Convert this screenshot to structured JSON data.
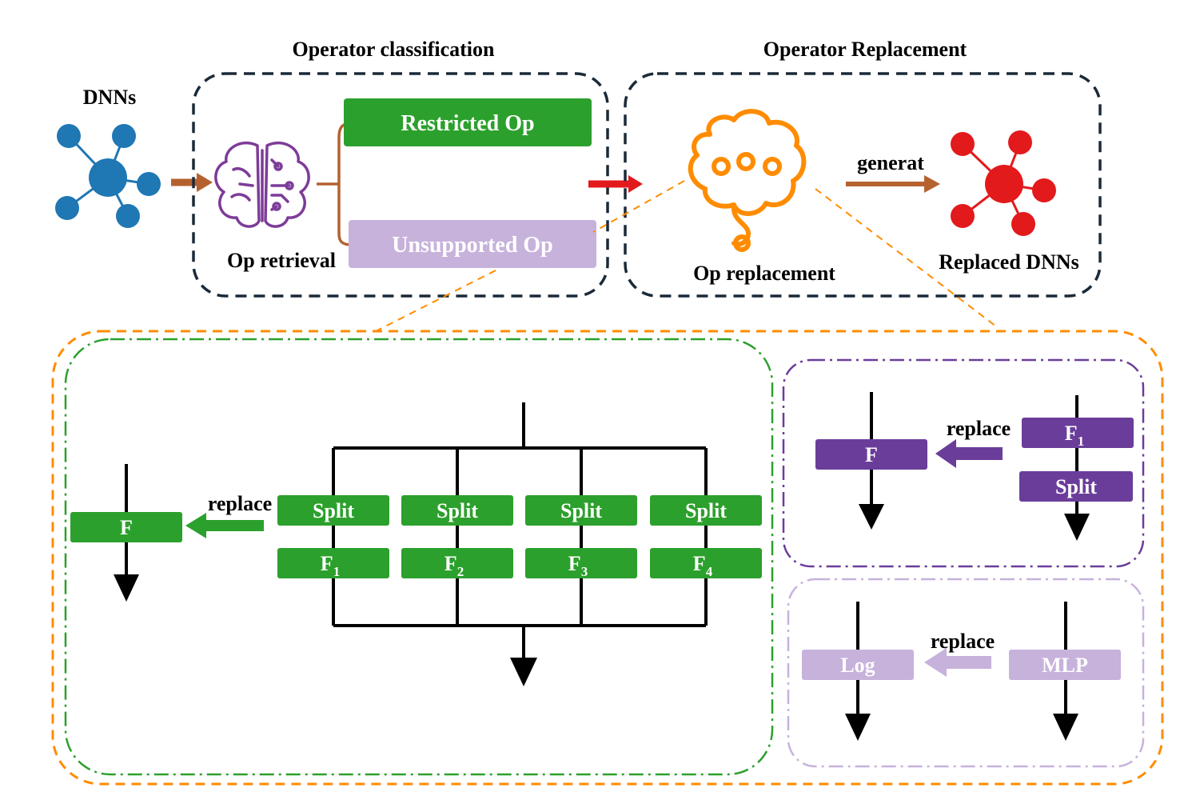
{
  "titles": {
    "classification": "Operator classification",
    "replacement": "Operator Replacement"
  },
  "labels": {
    "dnns": "DNNs",
    "op_retrieval": "Op retrieval",
    "restricted_op": "Restricted Op",
    "unsupported_op": "Unsupported Op",
    "op_replacement": "Op replacement",
    "generat": "generat",
    "replaced_dnns": "Replaced DNNs"
  },
  "green_panel": {
    "target": "F",
    "replace": "replace",
    "splits": [
      "Split",
      "Split",
      "Split",
      "Split"
    ],
    "funcs": [
      {
        "base": "F",
        "sub": "1"
      },
      {
        "base": "F",
        "sub": "2"
      },
      {
        "base": "F",
        "sub": "3"
      },
      {
        "base": "F",
        "sub": "4"
      }
    ]
  },
  "purple_panel": {
    "target": "F",
    "replace": "replace",
    "func": {
      "base": "F",
      "sub": "1"
    },
    "split": "Split"
  },
  "lavender_panel": {
    "target": "Log",
    "replace": "replace",
    "source": "MLP"
  },
  "colors": {
    "green": "#2ca02c",
    "purple": "#6a3d9a",
    "lavender": "#c7b2dc",
    "blue": "#1f77b4",
    "red": "#e31a1c",
    "orange": "#ff8c00",
    "brown_arrow": "#b5612f",
    "dark_border": "#1b2a38"
  },
  "icons": {
    "network_input": "network-graph-icon",
    "brain_retrieval": "circuit-brain-icon",
    "brain_replacement": "thinking-brain-icon",
    "network_output": "network-graph-icon"
  }
}
